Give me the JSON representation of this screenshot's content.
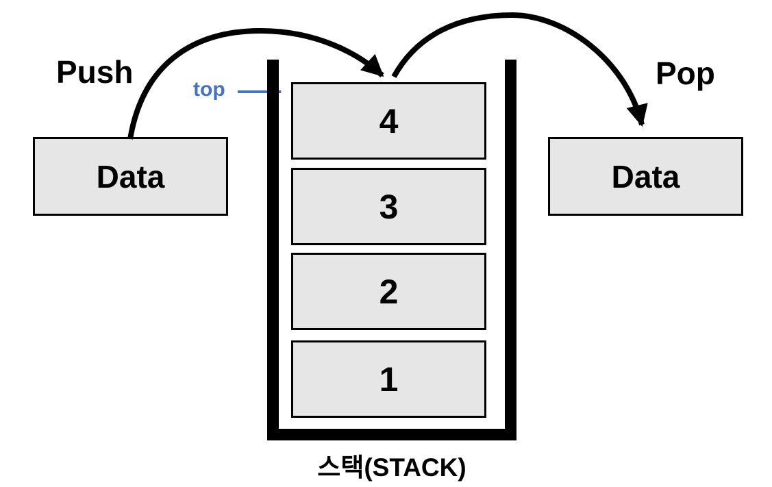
{
  "labels": {
    "push": "Push",
    "pop": "Pop",
    "top_pointer": "top",
    "data_in": "Data",
    "data_out": "Data",
    "caption": "스택(STACK)"
  },
  "stack": {
    "items": [
      "4",
      "3",
      "2",
      "1"
    ],
    "top_item": "4"
  },
  "icons": {
    "push_arrow": "curved-arrow-into-stack",
    "pop_arrow": "curved-arrow-out-of-stack",
    "top_pointer_arrow": "arrow-right"
  },
  "colors": {
    "box_fill": "#E7E6E6",
    "outline": "#000000",
    "pointer_blue": "#4472C4",
    "background": "#FFFFFF"
  }
}
